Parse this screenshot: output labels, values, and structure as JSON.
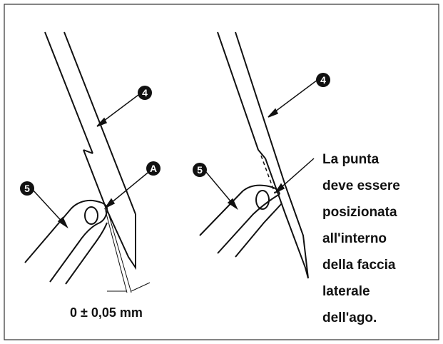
{
  "labels": {
    "needle_left": "4",
    "needle_right": "4",
    "hook_left": "5",
    "hook_right": "5",
    "point_a": "A"
  },
  "note_lines": [
    "La punta",
    "deve essere",
    "posizionata",
    "all'interno",
    "della faccia",
    "laterale",
    "dell'ago."
  ],
  "measurement": "0 ± 0,05 mm"
}
